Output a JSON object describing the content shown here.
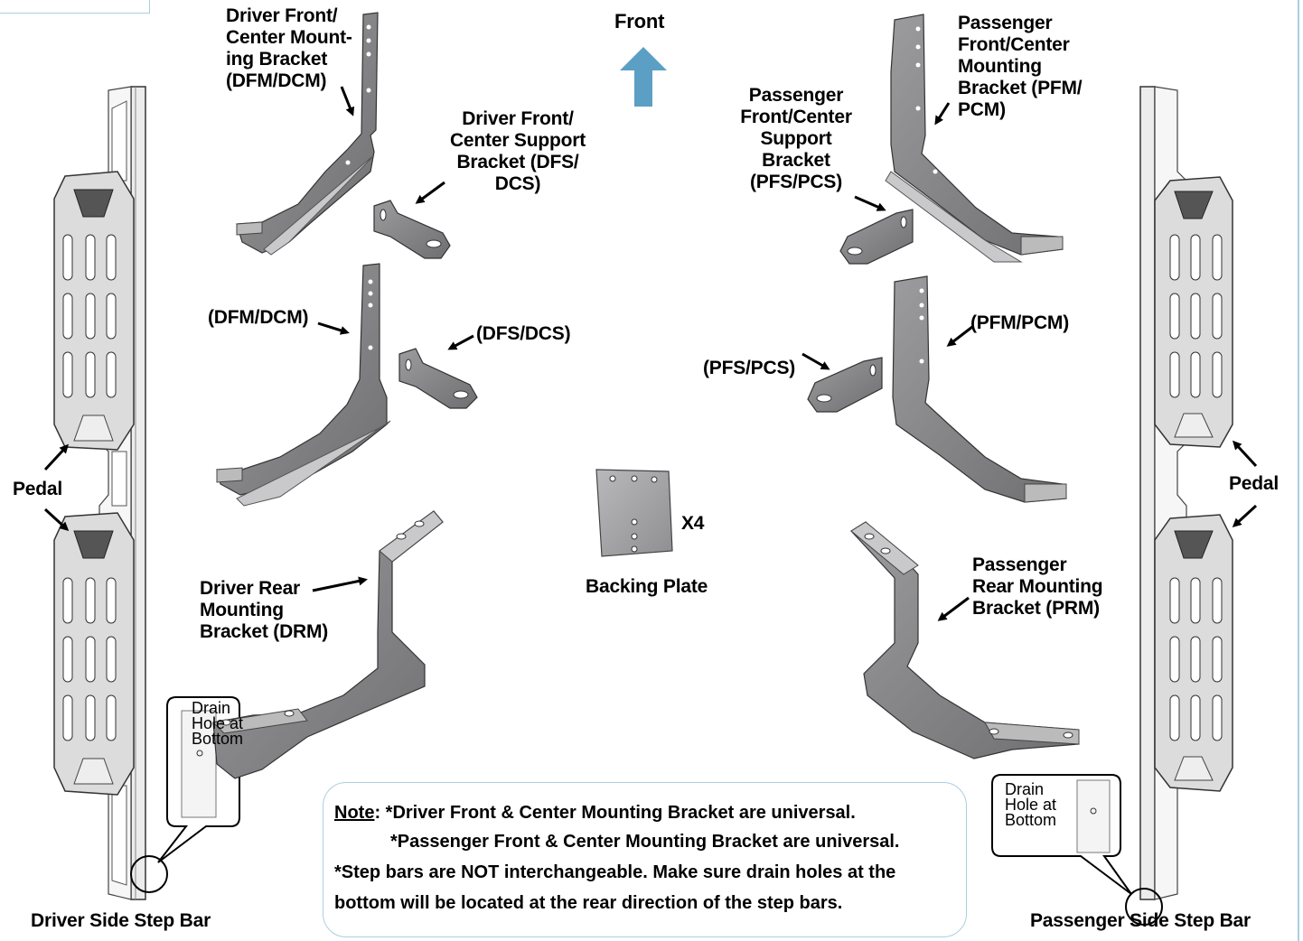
{
  "labels": {
    "front": "Front",
    "dfm_dcm_top": "Driver Front/\nCenter Mount-\ning Bracket\n(DFM/DCM)",
    "dfs_dcs_top": "Driver Front/\nCenter Support\nBracket (DFS/\nDCS)",
    "dfm_dcm_mid": "(DFM/DCM)",
    "dfs_dcs_mid": "(DFS/DCS)",
    "drm": "Driver Rear\nMounting\nBracket (DRM)",
    "pfm_pcm_top": "Passenger\nFront/Center\n Mounting\nBracket (PFM/\nPCM)",
    "pfs_pcs_top": "Passenger\nFront/Center\nSupport\nBracket\n(PFS/PCS)",
    "pfm_pcm_mid": "(PFM/PCM)",
    "pfs_pcs_mid": "(PFS/PCS)",
    "prm": "Passenger\nRear Mounting\nBracket (PRM)",
    "backing_plate": "Backing Plate",
    "x4": "X4",
    "pedal_left": "Pedal",
    "pedal_right": "Pedal",
    "driver_step_bar": "Driver Side Step Bar",
    "passenger_step_bar": "Passenger Side Step Bar",
    "drain_left": "Drain\nHole at\nBottom",
    "drain_right": "Drain\nHole at\nBottom"
  },
  "note": {
    "prefix": "Note",
    "line1": ": *Driver Front & Center Mounting Bracket are universal.",
    "line2": "*Passenger Front & Center Mounting Bracket are universal.",
    "line3": "*Step bars are NOT interchangeable. Make sure drain holes at the",
    "line4": "bottom will be located at the rear direction of the step bars."
  },
  "colors": {
    "bracket_fill": "#8a8a8c",
    "bracket_dark": "#6e6e70",
    "bracket_light": "#c9c9cb",
    "step_bar_fill": "#d7d7d7",
    "front_arrow": "#5b9fc4",
    "note_border": "#a9cfe0"
  }
}
